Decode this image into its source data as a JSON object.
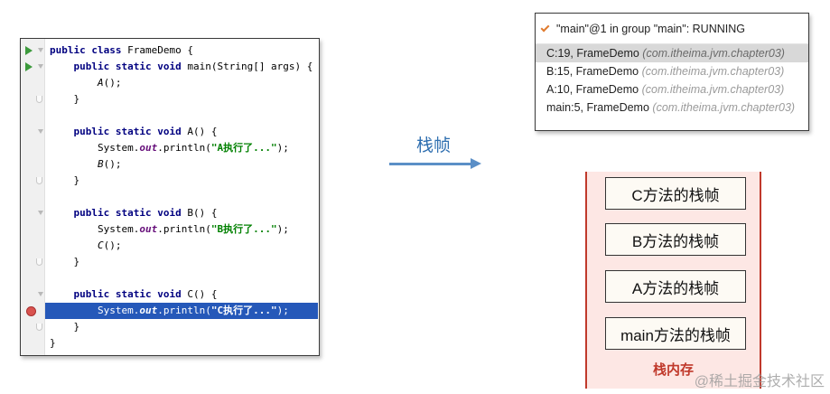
{
  "editor": {
    "lines": [
      {
        "gutter": "run",
        "parts": [
          [
            "kw",
            "public class "
          ],
          [
            "",
            "FrameDemo {"
          ]
        ]
      },
      {
        "gutter": "run",
        "parts": [
          [
            "",
            "    "
          ],
          [
            "kw",
            "public static void "
          ],
          [
            "",
            "main(String[] args) {"
          ]
        ]
      },
      {
        "gutter": "none",
        "parts": [
          [
            "",
            "        "
          ],
          [
            "it",
            "A"
          ],
          [
            "",
            "();"
          ]
        ]
      },
      {
        "gutter": "end",
        "parts": [
          [
            "",
            "    }"
          ]
        ]
      },
      {
        "gutter": "none",
        "parts": [
          [
            "",
            ""
          ]
        ]
      },
      {
        "gutter": "fold",
        "parts": [
          [
            "",
            "    "
          ],
          [
            "kw",
            "public static void "
          ],
          [
            "",
            "A() {"
          ]
        ]
      },
      {
        "gutter": "none",
        "parts": [
          [
            "",
            "        System."
          ],
          [
            "fld",
            "out"
          ],
          [
            "",
            ".println("
          ],
          [
            "str",
            "\"A执行了...\""
          ],
          [
            "",
            ");"
          ]
        ]
      },
      {
        "gutter": "none",
        "parts": [
          [
            "",
            "        "
          ],
          [
            "it",
            "B"
          ],
          [
            "",
            "();"
          ]
        ]
      },
      {
        "gutter": "end",
        "parts": [
          [
            "",
            "    }"
          ]
        ]
      },
      {
        "gutter": "none",
        "parts": [
          [
            "",
            ""
          ]
        ]
      },
      {
        "gutter": "fold",
        "parts": [
          [
            "",
            "    "
          ],
          [
            "kw",
            "public static void "
          ],
          [
            "",
            "B() {"
          ]
        ]
      },
      {
        "gutter": "none",
        "parts": [
          [
            "",
            "        System."
          ],
          [
            "fld",
            "out"
          ],
          [
            "",
            ".println("
          ],
          [
            "str",
            "\"B执行了...\""
          ],
          [
            "",
            ");"
          ]
        ]
      },
      {
        "gutter": "none",
        "parts": [
          [
            "",
            "        "
          ],
          [
            "it",
            "C"
          ],
          [
            "",
            "();"
          ]
        ]
      },
      {
        "gutter": "end",
        "parts": [
          [
            "",
            "    }"
          ]
        ]
      },
      {
        "gutter": "none",
        "parts": [
          [
            "",
            ""
          ]
        ]
      },
      {
        "gutter": "fold",
        "parts": [
          [
            "",
            "    "
          ],
          [
            "kw",
            "public static void "
          ],
          [
            "",
            "C() {"
          ]
        ]
      },
      {
        "gutter": "breakpoint",
        "highlight": true,
        "parts": [
          [
            "",
            "        System."
          ],
          [
            "fld",
            "out"
          ],
          [
            "",
            ".println("
          ],
          [
            "str",
            "\"C执行了...\""
          ],
          [
            "",
            ");"
          ]
        ]
      },
      {
        "gutter": "end",
        "parts": [
          [
            "",
            "    }"
          ]
        ]
      },
      {
        "gutter": "none",
        "parts": [
          [
            "",
            "}"
          ]
        ]
      }
    ]
  },
  "arrow": {
    "label": "栈帧"
  },
  "debugger": {
    "thread": "\"main\"@1 in group \"main\": RUNNING",
    "frames": [
      {
        "location": "C:19, FrameDemo ",
        "package": "(com.itheima.jvm.chapter03)",
        "selected": true
      },
      {
        "location": "B:15, FrameDemo ",
        "package": "(com.itheima.jvm.chapter03)",
        "selected": false
      },
      {
        "location": "A:10, FrameDemo ",
        "package": "(com.itheima.jvm.chapter03)",
        "selected": false
      },
      {
        "location": "main:5, FrameDemo ",
        "package": "(com.itheima.jvm.chapter03)",
        "selected": false
      }
    ]
  },
  "stack": {
    "frames": [
      "C方法的栈帧",
      "B方法的栈帧",
      "A方法的栈帧",
      "main方法的栈帧"
    ],
    "label": "栈内存"
  },
  "watermark": "@稀土掘金技术社区",
  "colors": {
    "highlight": "#2558b9",
    "keyword": "#000080",
    "string": "#008000",
    "stack_border": "#c0392b",
    "stack_bg": "#fde7e4"
  }
}
